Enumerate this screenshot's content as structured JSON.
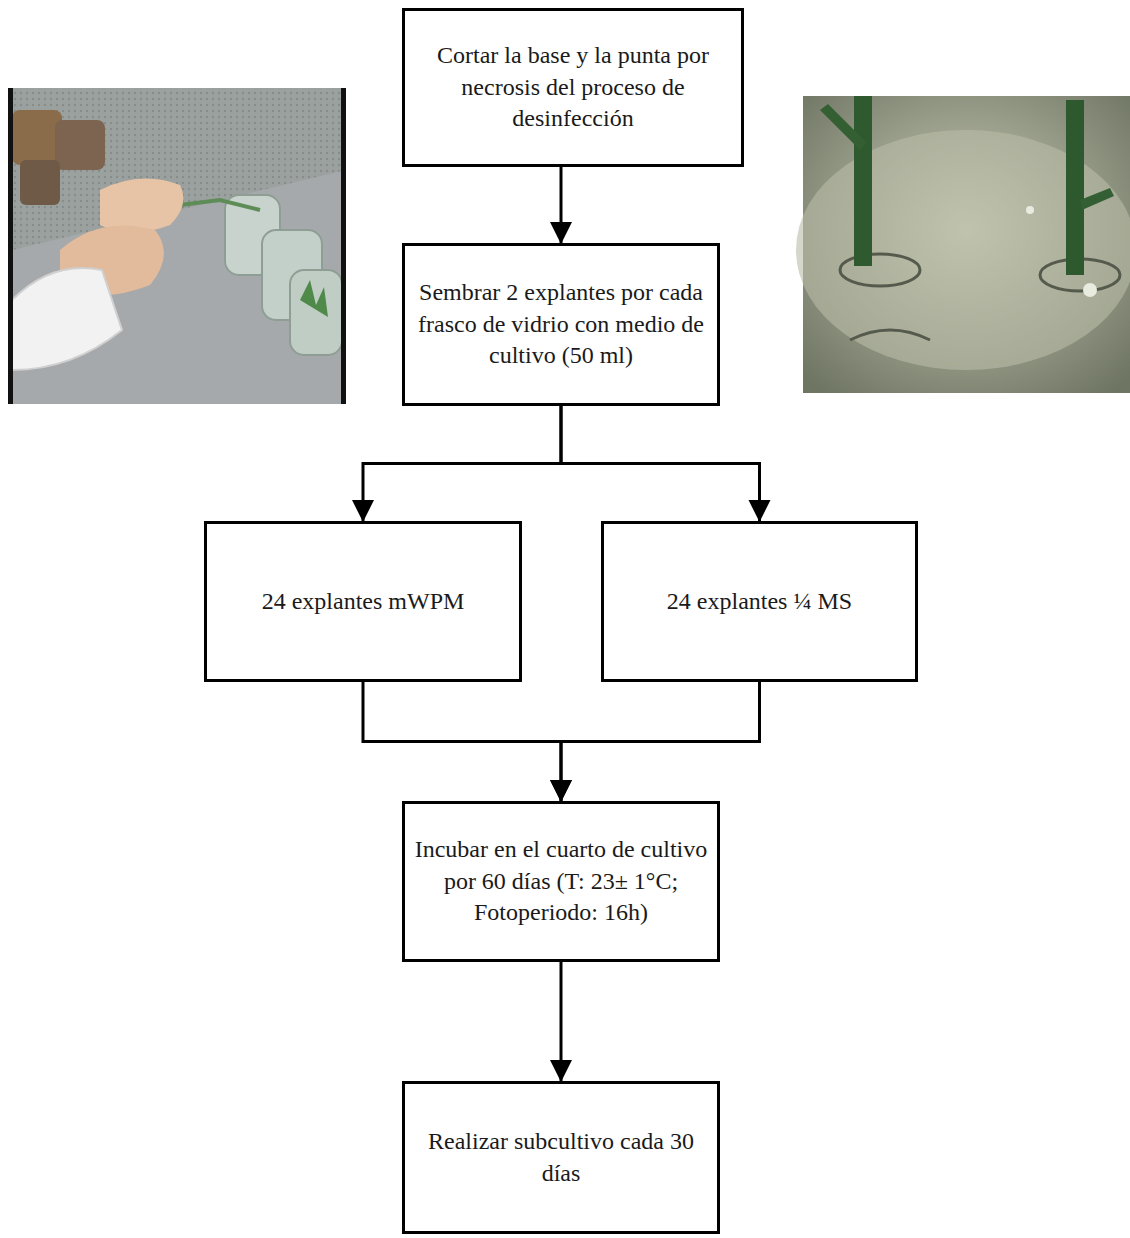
{
  "diagram": {
    "nodes": [
      {
        "text": [
          "Cortar la base y la punta por necrosis del proceso de desinfección"
        ]
      },
      {
        "text": [
          "Sembrar 2 explantes por cada frasco de vidrio con medio de cultivo (50 ml)"
        ]
      },
      {
        "text": [
          "24 explantes mWPM"
        ]
      },
      {
        "text": [
          "24 explantes ¼ MS"
        ]
      },
      {
        "text": [
          "Incubar en el cuarto de cultivo por 60 días (T: 23± 1°C; Fotoperiodo: 16h)"
        ]
      },
      {
        "text": [
          "Realizar subcultivo cada 30 días"
        ]
      }
    ],
    "edges": [
      {
        "from": 0,
        "to": 1,
        "arrow": "to"
      },
      {
        "from": 1,
        "to": 2,
        "arrow": "to"
      },
      {
        "from": 1,
        "to": 3,
        "arrow": "to"
      },
      {
        "from": 2,
        "to": 4,
        "arrow": "to"
      },
      {
        "from": 3,
        "to": 4,
        "arrow": "to"
      },
      {
        "from": 4,
        "to": 5,
        "arrow": "to"
      }
    ]
  }
}
